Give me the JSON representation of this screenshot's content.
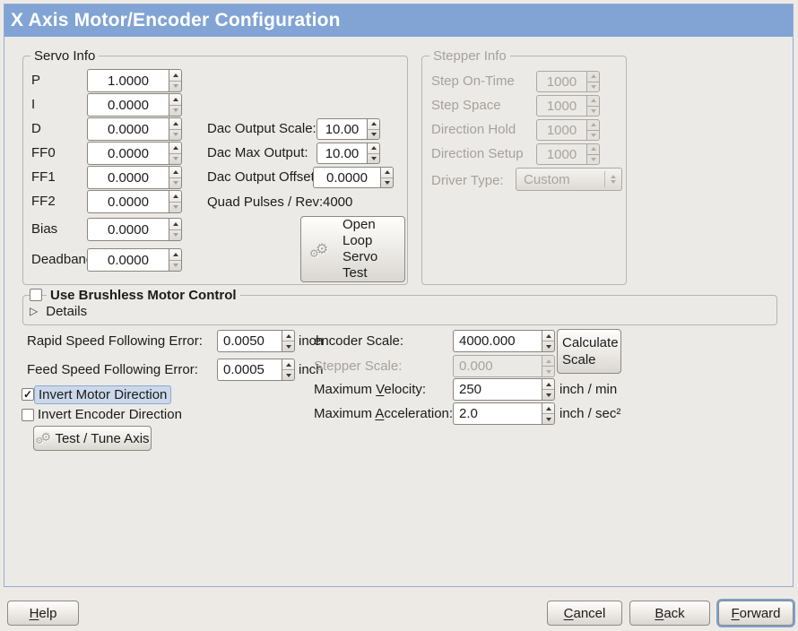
{
  "window": {
    "title": "X Axis Motor/Encoder Configuration"
  },
  "colors": {
    "titlebar_bg": "#81A4D5",
    "titlebar_text": "#FFFFFF",
    "panel_border": "#92ACD2",
    "focus_label_bg": "#CBD8EB",
    "default_button_ring": "#7FA0CB"
  },
  "icons": {
    "gear": "⚙",
    "expander_collapsed": "▷",
    "check": "✓"
  },
  "servo_info": {
    "frame_label": "Servo Info",
    "pid": [
      {
        "label": "P",
        "value": "1.0000"
      },
      {
        "label": "I",
        "value": "0.0000"
      },
      {
        "label": "D",
        "value": "0.0000"
      },
      {
        "label": "FF0",
        "value": "0.0000"
      },
      {
        "label": "FF1",
        "value": "0.0000"
      },
      {
        "label": "FF2",
        "value": "0.0000"
      },
      {
        "label": "Bias",
        "value": "0.0000"
      },
      {
        "label": "Deadband",
        "value": "0.0000"
      }
    ],
    "dac": [
      {
        "label": "Dac Output Scale:",
        "value": "10.00"
      },
      {
        "label": "Dac Max Output:",
        "value": "10.00"
      },
      {
        "label": "Dac Output Offset:",
        "value": "0.0000"
      }
    ],
    "quad_pulses": {
      "label": "Quad Pulses / Rev:",
      "value": "4000"
    },
    "open_loop_button": "Open Loop Servo Test"
  },
  "stepper_info": {
    "frame_label": "Stepper Info",
    "timing": [
      {
        "label": "Step On-Time",
        "value": "1000"
      },
      {
        "label": "Step Space",
        "value": "1000"
      },
      {
        "label": "Direction Hold",
        "value": "1000"
      },
      {
        "label": "Direction Setup",
        "value": "1000"
      }
    ],
    "driver_type": {
      "label": "Driver Type:",
      "value": "Custom"
    }
  },
  "brushless": {
    "checkbox_label": "Use Brushless Motor Control",
    "checked": false,
    "checkbox_mark": "",
    "details_label": "Details"
  },
  "following_error": [
    {
      "label": "Rapid Speed Following Error:",
      "value": "0.0050",
      "unit": "inch"
    },
    {
      "label": "Feed Speed Following Error:",
      "value": "0.0005",
      "unit": "inch"
    }
  ],
  "invert": [
    {
      "label": "Invert Motor Direction",
      "checked": true,
      "mark": "✓"
    },
    {
      "label": "Invert Encoder Direction",
      "checked": false,
      "mark": ""
    }
  ],
  "test_tune_button": "Test / Tune Axis",
  "scale": {
    "encoder_label": "encoder Scale:",
    "encoder_value": "4000.000",
    "calculate_button": "Calculate Scale",
    "stepper_label": "Stepper Scale:",
    "stepper_value": "0.000",
    "max_velocity": {
      "pre": "Maximum ",
      "key": "V",
      "rest": "elocity:",
      "value": "250",
      "unit": "inch / min"
    },
    "max_accel": {
      "pre": "Maximum ",
      "key": "A",
      "rest": "cceleration:",
      "value": "2.0",
      "unit": "inch / sec²"
    }
  },
  "actions": {
    "help": {
      "key": "H",
      "rest": "elp"
    },
    "cancel": {
      "key": "C",
      "rest": "ancel"
    },
    "back": {
      "key": "B",
      "rest": "ack"
    },
    "forward": {
      "key": "F",
      "rest": "orward"
    }
  }
}
